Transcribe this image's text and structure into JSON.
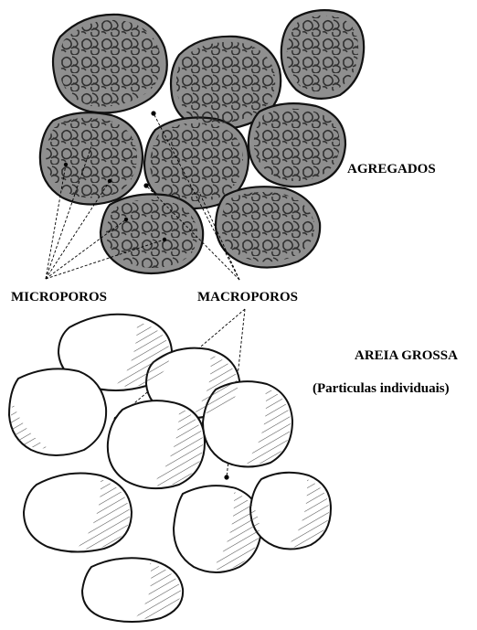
{
  "labels": {
    "agregados": "AGREGADOS",
    "microporos": "MICROPOROS",
    "macroporos": "MACROPOROS",
    "areia_grossa": "AREIA GROSSA",
    "particulas": "(Particulas individuais)"
  },
  "colors": {
    "aggregate_fill": "#8f8f8f",
    "outline": "#111111",
    "crumb": "#2a2a2a",
    "sand_fill": "#ffffff",
    "background": "#ffffff"
  }
}
